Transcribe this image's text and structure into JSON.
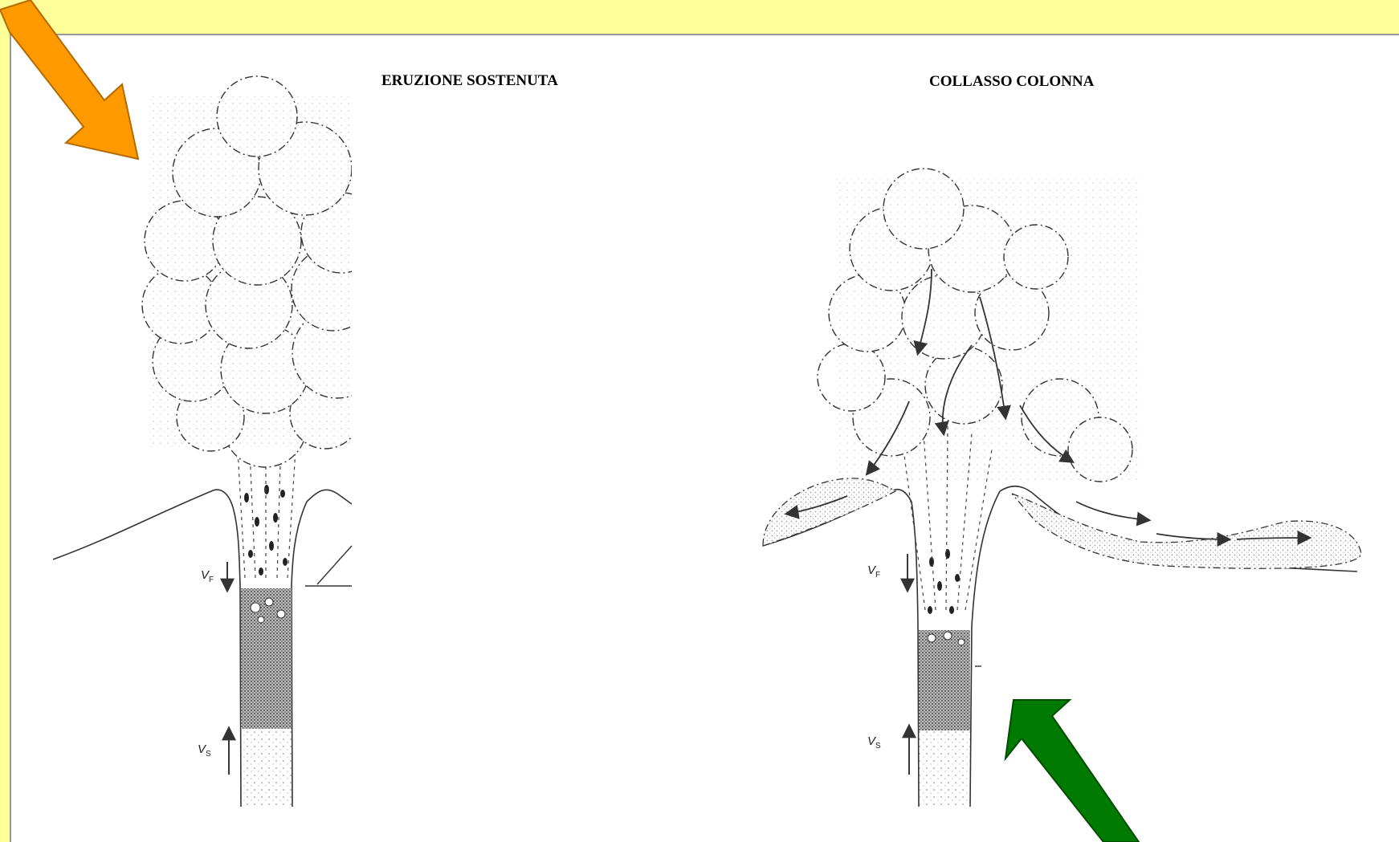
{
  "titles": {
    "left": "ERUZIONE SOSTENUTA",
    "right": "COLLASSO COLONNA"
  },
  "labels": {
    "left_vf_main": "V",
    "left_vf_sub": "F",
    "left_vs_main": "V",
    "left_vs_sub": "S",
    "right_vf_main": "V",
    "right_vf_sub": "F",
    "right_vs_main": "V",
    "right_vs_sub": "S"
  },
  "colors": {
    "banner": "#ffff99",
    "orange_arrow": "#ff9900",
    "green_arrow": "#007a00",
    "ink": "#333333"
  },
  "icons": {
    "top_left": "orange-arrow-icon",
    "bottom_right": "green-arrow-icon"
  }
}
